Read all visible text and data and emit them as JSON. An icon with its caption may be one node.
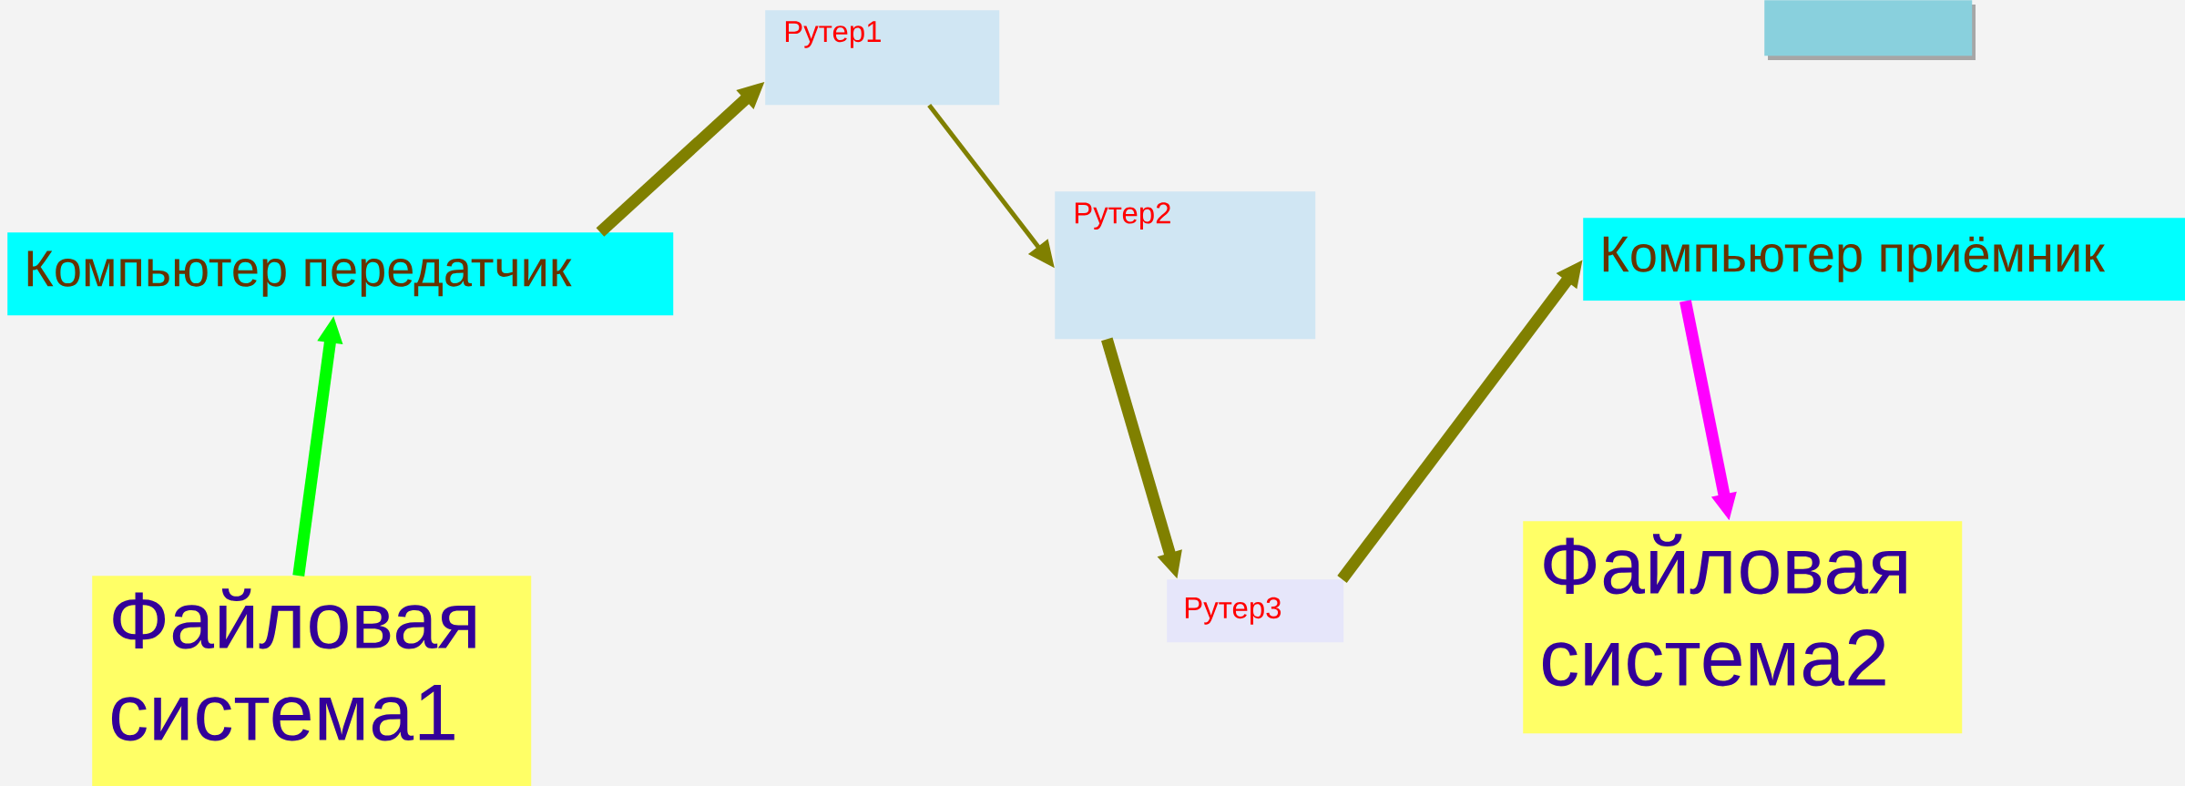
{
  "diagram": {
    "nodes": [
      {
        "text": [
          "Файловая система1"
        ]
      },
      {
        "text": [
          "Компьютер передатчик"
        ]
      },
      {
        "text": [
          "Рутер1"
        ]
      },
      {
        "text": [
          "Рутер2"
        ]
      },
      {
        "text": [
          "Рутер3"
        ]
      },
      {
        "text": [
          "Компьютер приёмник"
        ]
      },
      {
        "text": [
          "Файловая система2"
        ]
      },
      {
        "text": [],
        "shape": "box"
      }
    ],
    "edges": [
      {
        "from": 0,
        "to": 1,
        "arrow": "to",
        "color": "#00ff00"
      },
      {
        "from": 1,
        "to": 2,
        "arrow": "to"
      },
      {
        "from": 2,
        "to": 3,
        "arrow": "to"
      },
      {
        "from": 3,
        "to": 4,
        "arrow": "to"
      },
      {
        "from": 4,
        "to": 5,
        "arrow": "to"
      },
      {
        "from": 5,
        "to": 6,
        "arrow": "to",
        "color": "#ff00ff"
      }
    ]
  }
}
